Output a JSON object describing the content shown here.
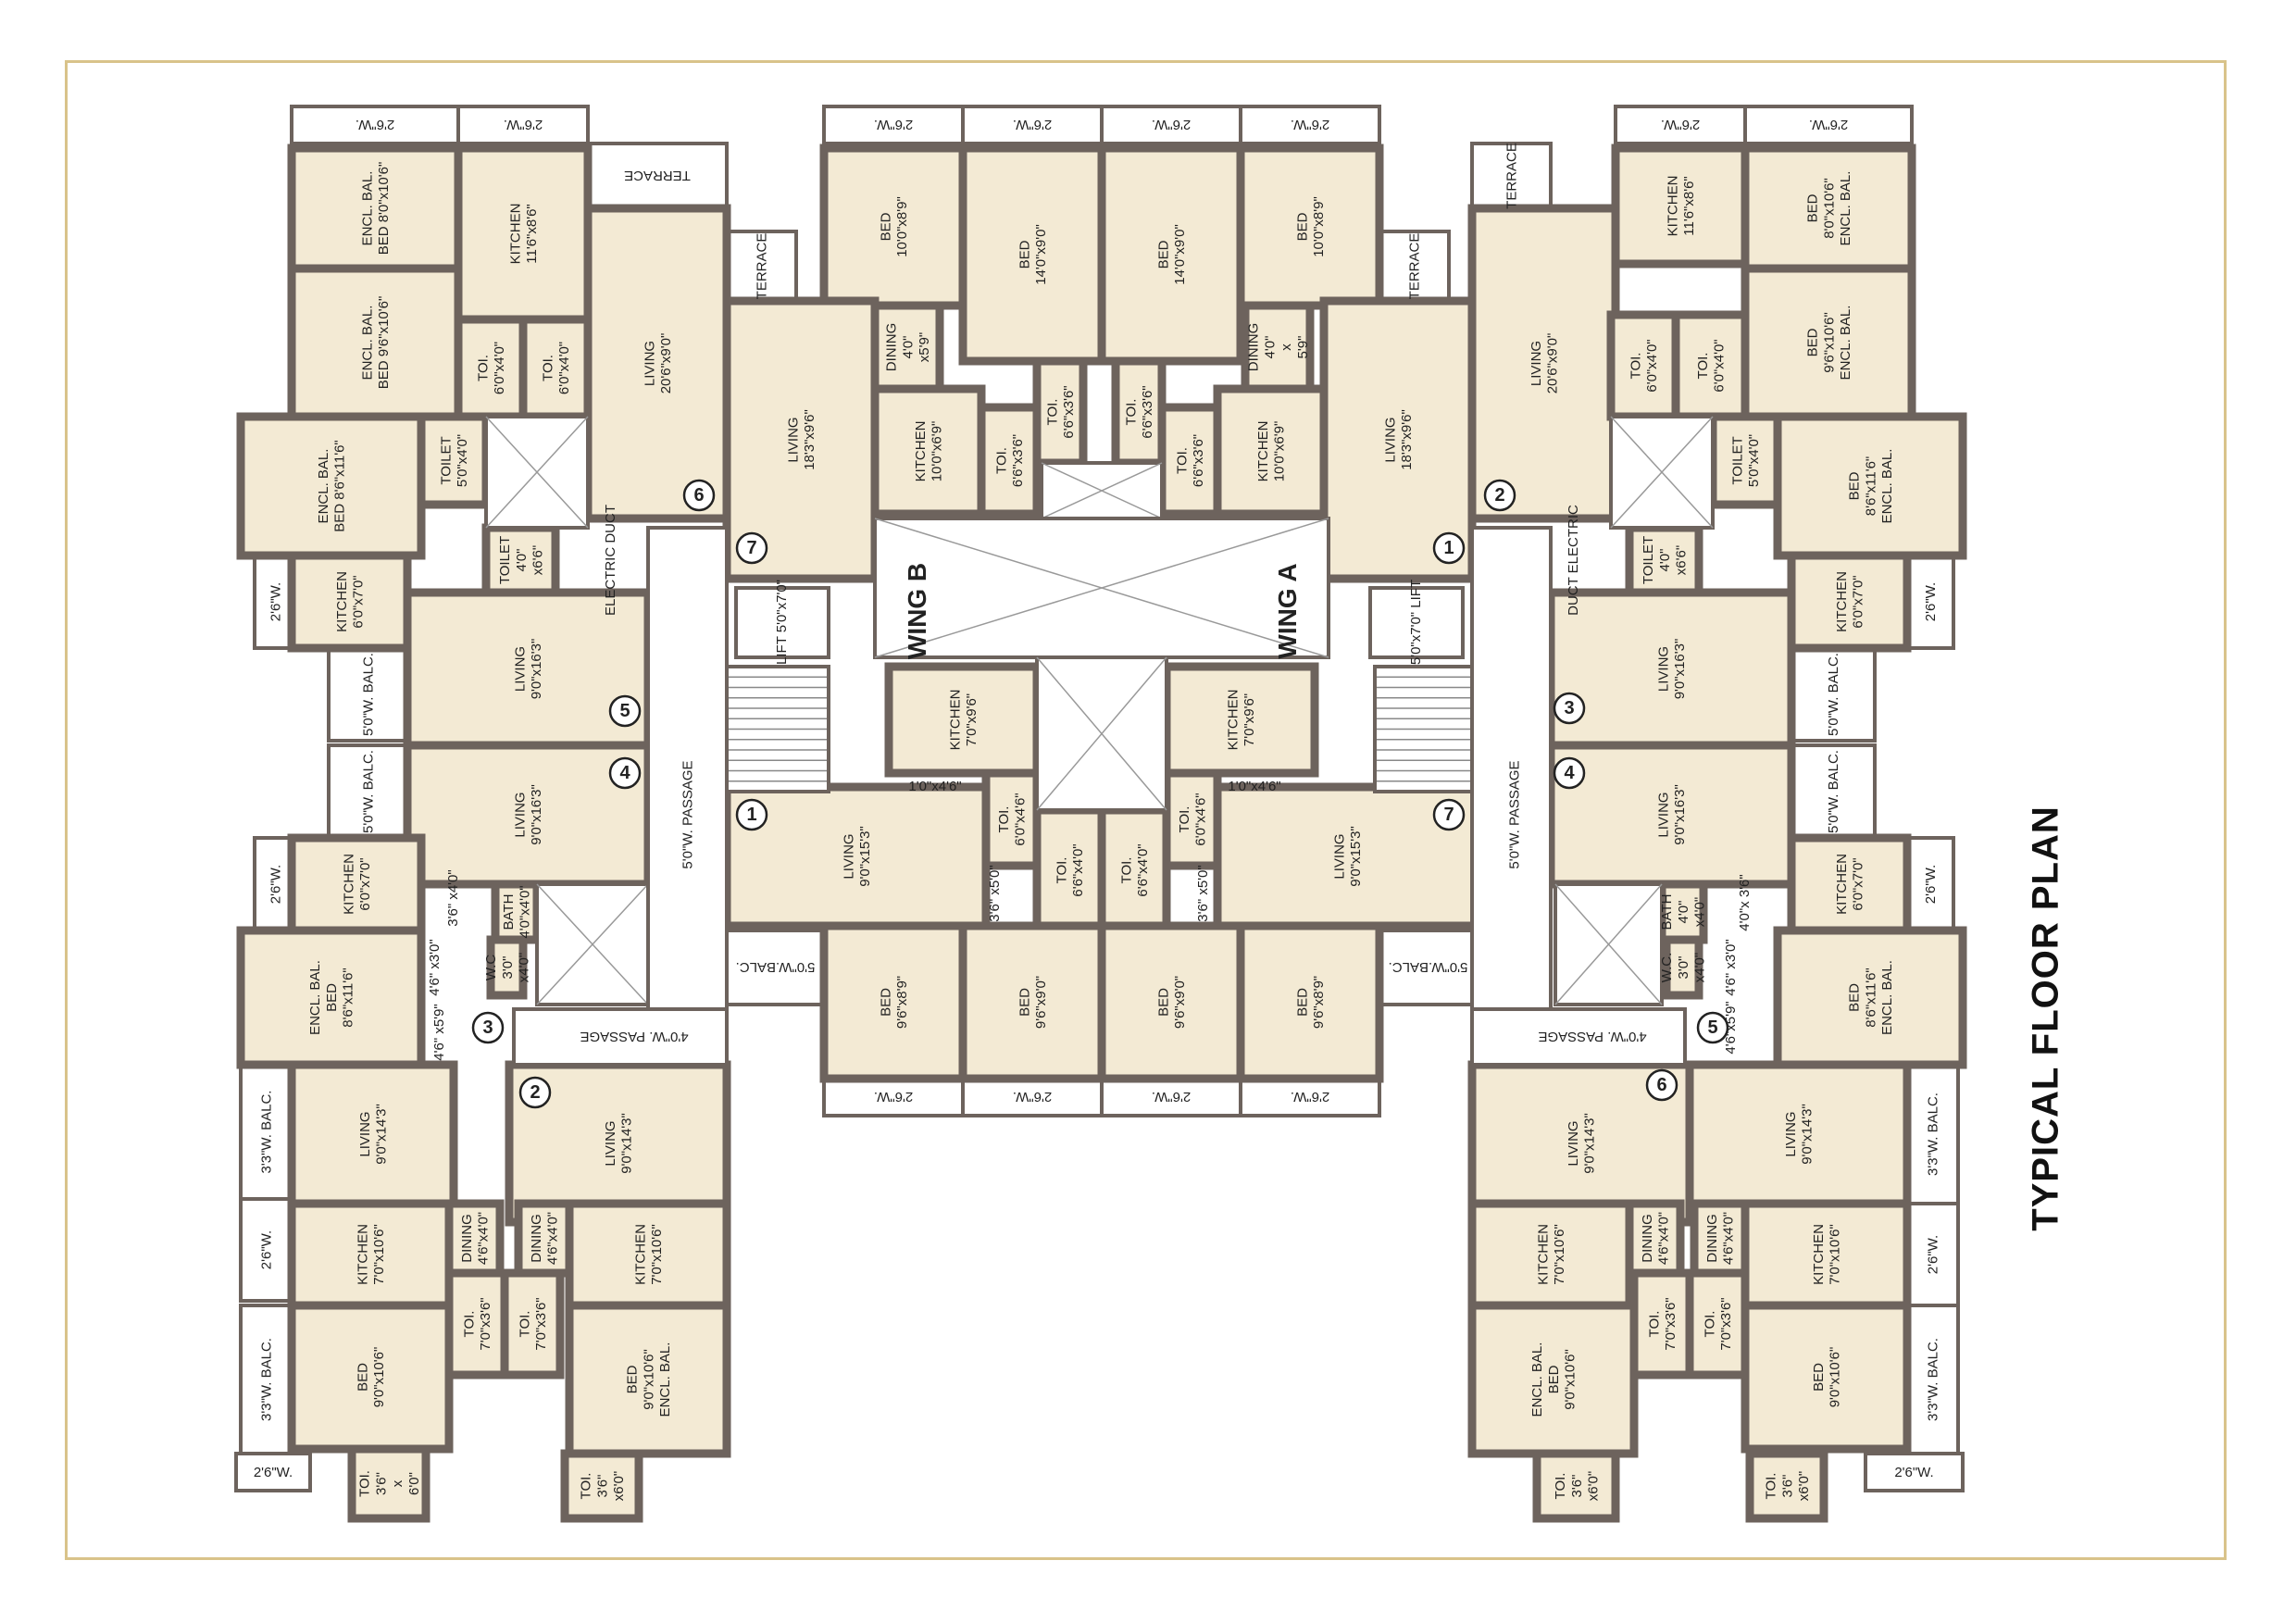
{
  "title": "TYPICAL FLOOR PLAN",
  "wings": [
    "WING A",
    "WING B"
  ],
  "rooms": [
    {
      "id": "lt-encl1",
      "lines": [
        "ENCL. BAL.",
        "BED 8'0\"x10'6\""
      ]
    },
    {
      "id": "lt-encl2",
      "lines": [
        "ENCL. BAL.",
        "BED 9'6\"x10'6\""
      ]
    },
    {
      "id": "lt-kit1",
      "lines": [
        "KITCHEN",
        "11'6\"x8'6\""
      ]
    },
    {
      "id": "lt-toi1",
      "lines": [
        "TOI.",
        "6'0\"x4'0\""
      ]
    },
    {
      "id": "lt-toi2",
      "lines": [
        "TOI.",
        "6'0\"x4'0\""
      ]
    },
    {
      "id": "lt-liv6",
      "lines": [
        "LIVING",
        "20'6\"x9'0\""
      ]
    },
    {
      "id": "lt-bed1",
      "lines": [
        "ENCL. BAL.",
        "BED 8'6\"x11'6\""
      ]
    },
    {
      "id": "lt-toilet1",
      "lines": [
        "TOILET",
        "5'0\"x4'0\""
      ]
    },
    {
      "id": "lt-toilet2",
      "lines": [
        "TOILET",
        "4'0\"",
        "x6'6\""
      ]
    },
    {
      "id": "lt-kit2",
      "lines": [
        "KITCHEN",
        "6'0\"x7'0\""
      ]
    },
    {
      "id": "lt-liv5",
      "lines": [
        "LIVING",
        "9'0\"x16'3\""
      ]
    },
    {
      "id": "lt-liv4",
      "lines": [
        "LIVING",
        "9'0\"x16'3\""
      ]
    },
    {
      "id": "lt-kit3",
      "lines": [
        "KITCHEN",
        "6'0\"x7'0\""
      ]
    },
    {
      "id": "lt-bath",
      "lines": [
        "BATH",
        "4'0\"x4'0\""
      ]
    },
    {
      "id": "lt-wc",
      "lines": [
        "W.C",
        "3'0\"",
        "x4'0\""
      ]
    },
    {
      "id": "lt-bed2",
      "lines": [
        "ENCL. BAL.",
        "BED",
        "8'6\"x11'6\""
      ]
    },
    {
      "id": "lt-liv3",
      "lines": [
        "LIVING",
        "9'0\"x14'3\""
      ]
    },
    {
      "id": "lt-liv2",
      "lines": [
        "LIVING",
        "9'0\"x14'3\""
      ]
    },
    {
      "id": "lt-kit4",
      "lines": [
        "KITCHEN",
        "7'0\"x10'6\""
      ]
    },
    {
      "id": "lt-din1",
      "lines": [
        "DINING",
        "4'6\"x4'0\""
      ]
    },
    {
      "id": "lt-din2",
      "lines": [
        "DINING",
        "4'6\"x4'0\""
      ]
    },
    {
      "id": "lt-kit5",
      "lines": [
        "KITCHEN",
        "7'0\"x10'6\""
      ]
    },
    {
      "id": "lt-toi3",
      "lines": [
        "TOI.",
        "7'0\"x3'6\""
      ]
    },
    {
      "id": "lt-toi4",
      "lines": [
        "TOI.",
        "7'0\"x3'6\""
      ]
    },
    {
      "id": "lt-bed3",
      "lines": [
        "BED",
        "9'0\"x10'6\""
      ]
    },
    {
      "id": "lt-bed4",
      "lines": [
        "BED",
        "9'0\"x10'6\"",
        "ENCL. BAL."
      ]
    },
    {
      "id": "lt-toi5",
      "lines": [
        "TOI.",
        "3'6\"",
        "x",
        "6'0\""
      ]
    },
    {
      "id": "lt-toi6",
      "lines": [
        "TOI.",
        "3'6\"",
        "x6'0\""
      ]
    },
    {
      "id": "c-bed1",
      "lines": [
        "BED",
        "10'0\"x8'9\""
      ]
    },
    {
      "id": "c-bed2",
      "lines": [
        "BED",
        "14'0\"x9'0\""
      ]
    },
    {
      "id": "c-bed3",
      "lines": [
        "BED",
        "14'0\"x9'0\""
      ]
    },
    {
      "id": "c-bed4",
      "lines": [
        "BED",
        "10'0\"x8'9\""
      ]
    },
    {
      "id": "c-din1",
      "lines": [
        "DINING",
        "4'0\"",
        "x5'9\""
      ]
    },
    {
      "id": "c-din2",
      "lines": [
        "DINING",
        "4'0\"",
        "x",
        "5'9\""
      ]
    },
    {
      "id": "c-livB7",
      "lines": [
        "LIVING",
        "18'3\"x9'6\""
      ]
    },
    {
      "id": "c-kitB",
      "lines": [
        "KITCHEN",
        "10'0\"x6'9\""
      ]
    },
    {
      "id": "c-toiB1",
      "lines": [
        "TOI.",
        "6'6\"x3'6\""
      ]
    },
    {
      "id": "c-toiB2",
      "lines": [
        "TOI.",
        "6'6\"x3'6\""
      ]
    },
    {
      "id": "c-toiA1",
      "lines": [
        "TOI.",
        "6'6\"x3'6\""
      ]
    },
    {
      "id": "c-toiA2",
      "lines": [
        "TOI.",
        "6'6\"x3'6\""
      ]
    },
    {
      "id": "c-kitA",
      "lines": [
        "KITCHEN",
        "10'0\"x6'9\""
      ]
    },
    {
      "id": "c-livA1",
      "lines": [
        "LIVING",
        "18'3\"x9'6\""
      ]
    },
    {
      "id": "c-kitB2",
      "lines": [
        "KITCHEN",
        "7'0\"x9'6\""
      ]
    },
    {
      "id": "c-kitA2",
      "lines": [
        "KITCHEN",
        "7'0\"x9'6\""
      ]
    },
    {
      "id": "c-livB1",
      "lines": [
        "LIVING",
        "9'0\"x15'3\""
      ]
    },
    {
      "id": "c-livA7",
      "lines": [
        "LIVING",
        "9'0\"x15'3\""
      ]
    },
    {
      "id": "c-toiB3",
      "lines": [
        "TOI.",
        "6'0\"x4'6\""
      ]
    },
    {
      "id": "c-toiA3",
      "lines": [
        "TOI.",
        "6'0\"x4'6\""
      ]
    },
    {
      "id": "c-toiB4",
      "lines": [
        "TOI.",
        "6'6\"x4'0\""
      ]
    },
    {
      "id": "c-toiA4",
      "lines": [
        "TOI.",
        "6'6\"x4'0\""
      ]
    },
    {
      "id": "c-bed5",
      "lines": [
        "BED",
        "9'6\"x8'9\""
      ]
    },
    {
      "id": "c-bed6",
      "lines": [
        "BED",
        "9'6\"x9'0\""
      ]
    },
    {
      "id": "c-bed7",
      "lines": [
        "BED",
        "9'6\"x9'0\""
      ]
    },
    {
      "id": "c-bed8",
      "lines": [
        "BED",
        "9'6\"x8'9\""
      ]
    },
    {
      "id": "rt-kit1",
      "lines": [
        "KITCHEN",
        "11'6\"x8'6\""
      ]
    },
    {
      "id": "rt-bed1",
      "lines": [
        "BED",
        "8'0\"x10'6\"",
        "ENCL. BAL."
      ]
    },
    {
      "id": "rt-liv2",
      "lines": [
        "LIVING",
        "20'6\"x9'0\""
      ]
    },
    {
      "id": "rt-toi1",
      "lines": [
        "TOI.",
        "6'0\"x4'0\""
      ]
    },
    {
      "id": "rt-toi2",
      "lines": [
        "TOI.",
        "6'0\"x4'0\""
      ]
    },
    {
      "id": "rt-bed2",
      "lines": [
        "BED",
        "9'6\"x10'6\"",
        "ENCL. BAL."
      ]
    },
    {
      "id": "rt-toilet1",
      "lines": [
        "TOILET",
        "5'0\"x4'0\""
      ]
    },
    {
      "id": "rt-bed3",
      "lines": [
        "BED",
        "8'6\"x11'6\"",
        "ENCL. BAL."
      ]
    },
    {
      "id": "rt-toilet2",
      "lines": [
        "TOILET",
        "4'0\"",
        "x6'6\""
      ]
    },
    {
      "id": "rt-kit2",
      "lines": [
        "KITCHEN",
        "6'0\"x7'0\""
      ]
    },
    {
      "id": "rt-liv3",
      "lines": [
        "LIVING",
        "9'0\"x16'3\""
      ]
    },
    {
      "id": "rt-liv4",
      "lines": [
        "LIVING",
        "9'0\"x16'3\""
      ]
    },
    {
      "id": "rt-kit3",
      "lines": [
        "KITCHEN",
        "6'0\"x7'0\""
      ]
    },
    {
      "id": "rt-bath",
      "lines": [
        "BATH",
        "4'0\"",
        "x4'0\""
      ]
    },
    {
      "id": "rt-wc",
      "lines": [
        "W.C.",
        "3'0\"",
        "x4'0\""
      ]
    },
    {
      "id": "rt-bed4",
      "lines": [
        "BED",
        "8'6\"x11'6\"",
        "ENCL. BAL."
      ]
    },
    {
      "id": "rt-liv6",
      "lines": [
        "LIVING",
        "9'0\"x14'3\""
      ]
    },
    {
      "id": "rt-liv5",
      "lines": [
        "LIVING",
        "9'0\"x14'3\""
      ]
    },
    {
      "id": "rt-kit4",
      "lines": [
        "KITCHEN",
        "7'0\"x10'6\""
      ]
    },
    {
      "id": "rt-din1",
      "lines": [
        "DINING",
        "4'6\"x4'0\""
      ]
    },
    {
      "id": "rt-din2",
      "lines": [
        "DINING",
        "4'6\"x4'0\""
      ]
    },
    {
      "id": "rt-kit5",
      "lines": [
        "KITCHEN",
        "7'0\"x10'6\""
      ]
    },
    {
      "id": "rt-toi3",
      "lines": [
        "TOI.",
        "7'0\"x3'6\""
      ]
    },
    {
      "id": "rt-toi4",
      "lines": [
        "TOI.",
        "7'0\"x3'6\""
      ]
    },
    {
      "id": "rt-bed5",
      "lines": [
        "ENCL. BAL.",
        "BED",
        "9'0\"x10'6\""
      ]
    },
    {
      "id": "rt-bed6",
      "lines": [
        "BED",
        "9'0\"x10'6\""
      ]
    },
    {
      "id": "rt-toi5",
      "lines": [
        "TOI.",
        "3'6\"",
        "x6'0\""
      ]
    },
    {
      "id": "rt-toi6",
      "lines": [
        "TOI.",
        "3'6\"",
        "x6'0\""
      ]
    }
  ],
  "openings": [
    {
      "id": "o1",
      "text": "2'6\"W."
    },
    {
      "id": "o2",
      "text": "2'6\"W."
    },
    {
      "id": "o3",
      "text": "2'6\"W."
    },
    {
      "id": "o4",
      "text": "2'6\"W."
    },
    {
      "id": "o5",
      "text": "2'6\"W."
    },
    {
      "id": "o6",
      "text": "2'6\"W."
    },
    {
      "id": "o7",
      "text": "2'6\"W."
    },
    {
      "id": "o8",
      "text": "2'6\"W."
    },
    {
      "id": "o9",
      "text": "TERRACE"
    },
    {
      "id": "o10",
      "text": "TERRACE"
    },
    {
      "id": "o11",
      "text": "TERRACE"
    },
    {
      "id": "o12",
      "text": "TERRACE"
    },
    {
      "id": "o13",
      "text": "2'6\"W."
    },
    {
      "id": "o14",
      "text": "5'0\"W. BALC."
    },
    {
      "id": "o15",
      "text": "5'0\"W. BALC."
    },
    {
      "id": "o16",
      "text": "2'6\"W."
    },
    {
      "id": "o17",
      "text": "3'3\"W. BALC."
    },
    {
      "id": "o18",
      "text": "2'6\"W."
    },
    {
      "id": "o19",
      "text": "3'3\"W. BALC."
    },
    {
      "id": "o20",
      "text": "2'6\"W."
    },
    {
      "id": "o21",
      "text": "2'6\"W."
    },
    {
      "id": "o22",
      "text": "5'0\"W. BALC."
    },
    {
      "id": "o23",
      "text": "5'0\"W. BALC."
    },
    {
      "id": "o24",
      "text": "2'6\"W."
    },
    {
      "id": "o25",
      "text": "3'3\"W. BALC."
    },
    {
      "id": "o26",
      "text": "2'6\"W."
    },
    {
      "id": "o27",
      "text": "3'3\"W. BALC."
    },
    {
      "id": "o28",
      "text": "2'6\"W."
    },
    {
      "id": "o29",
      "text": "5'0\"W.BALC."
    },
    {
      "id": "o30",
      "text": "5'0\"W.BALC."
    },
    {
      "id": "o31",
      "text": "2'6\"W."
    },
    {
      "id": "o32",
      "text": "2'6\"W."
    },
    {
      "id": "o33",
      "text": "2'6\"W."
    },
    {
      "id": "o34",
      "text": "2'6\"W."
    }
  ],
  "passages": [
    {
      "id": "p1",
      "text": "5'0\"W. PASSAGE"
    },
    {
      "id": "p2",
      "text": "4'0\"W. PASSAGE"
    },
    {
      "id": "p3",
      "text": "5'0\"W. PASSAGE"
    },
    {
      "id": "p4",
      "text": "4'0\"W. PASSAGE"
    }
  ],
  "small_labels": [
    {
      "id": "s1",
      "text": "ELECTRIC DUCT"
    },
    {
      "id": "s2",
      "text": "DUCT ELECTRIC"
    },
    {
      "id": "s3",
      "text": "LIFT 5'0\"x7'0\""
    },
    {
      "id": "s4",
      "text": "5'0\"x7'0\" LIFT"
    },
    {
      "id": "s5",
      "text": "3'0\" x4'0\""
    },
    {
      "id": "s6",
      "text": "3'0\" x4'0\""
    },
    {
      "id": "s7",
      "text": "1'0\"x4'6\""
    },
    {
      "id": "s8",
      "text": "1'0\"x4'6\""
    },
    {
      "id": "s9",
      "text": "3'6\" x5'0\""
    },
    {
      "id": "s10",
      "text": "3'6\" x5'0\""
    },
    {
      "id": "s11",
      "text": "3'6\" x4'0\""
    },
    {
      "id": "s12",
      "text": "4'6\" x3'0\""
    },
    {
      "id": "s13",
      "text": "4'6\" x5'9\""
    },
    {
      "id": "s14",
      "text": "4'0\"x 3'6\""
    },
    {
      "id": "s15",
      "text": "4'6\" x3'0\""
    },
    {
      "id": "s16",
      "text": "4'6\"x5'9\""
    }
  ],
  "unit_numbers": [
    {
      "id": "n-l6",
      "text": "6"
    },
    {
      "id": "n-l5",
      "text": "5"
    },
    {
      "id": "n-l4",
      "text": "4"
    },
    {
      "id": "n-l3",
      "text": "3"
    },
    {
      "id": "n-l2",
      "text": "2"
    },
    {
      "id": "n-cb7",
      "text": "7"
    },
    {
      "id": "n-cb1",
      "text": "1"
    },
    {
      "id": "n-ca1",
      "text": "1"
    },
    {
      "id": "n-ca7",
      "text": "7"
    },
    {
      "id": "n-r2",
      "text": "2"
    },
    {
      "id": "n-r3",
      "text": "3"
    },
    {
      "id": "n-r4",
      "text": "4"
    },
    {
      "id": "n-r5",
      "text": "5"
    },
    {
      "id": "n-r6",
      "text": "6"
    }
  ],
  "colors": {
    "room_fill": "#f3ead4",
    "wall": "#6d635d",
    "frame": "#d9c38a"
  }
}
